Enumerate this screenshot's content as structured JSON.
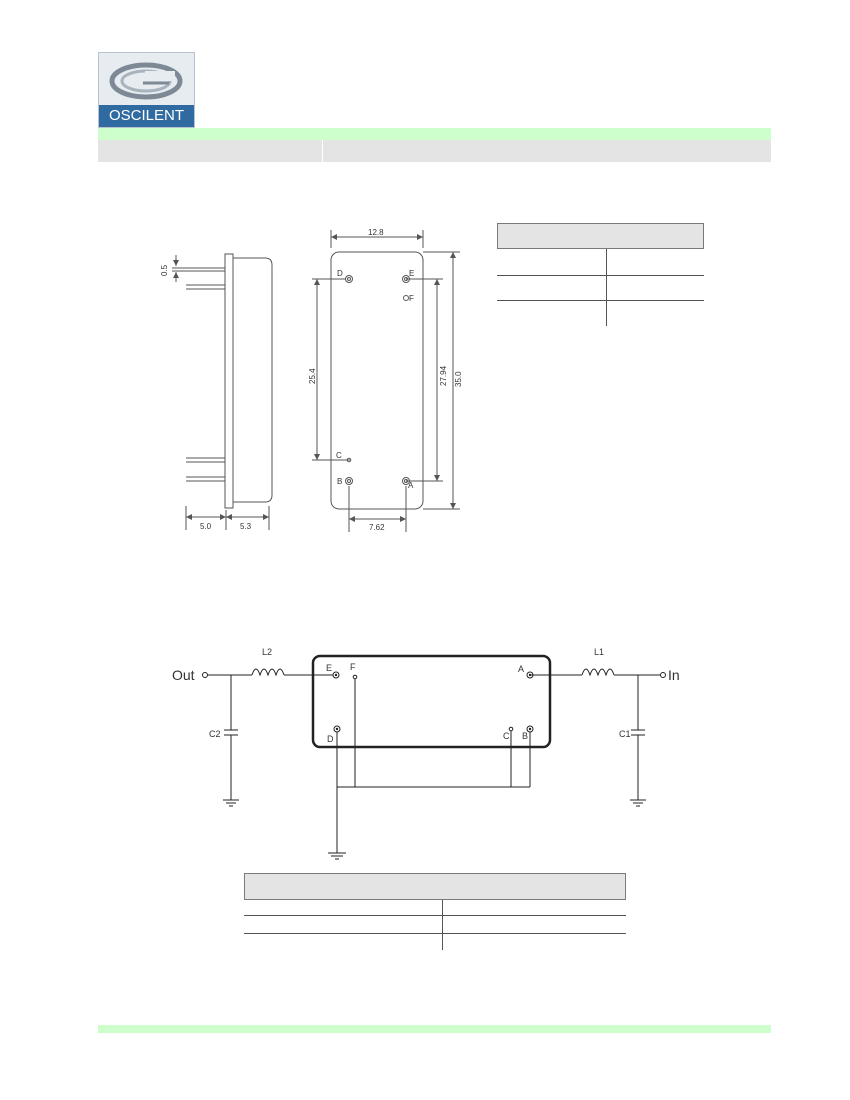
{
  "brand": {
    "name": "OSCILENT"
  },
  "mechanical": {
    "dims": {
      "pin_len": "0.5",
      "depth_a": "5.0",
      "depth_b": "5.3",
      "width": "12.8",
      "pin_span_vertical": "25.4",
      "pin_span_right": "27.94",
      "length": "35.0",
      "pin_span_bottom": "7.62"
    },
    "pins": {
      "a": "A",
      "b": "B",
      "c": "C",
      "d": "D",
      "e": "E",
      "f": "F"
    }
  },
  "schematic": {
    "out_label": "Out",
    "in_label": "In",
    "l1": "L1",
    "l2": "L2",
    "c1": "C1",
    "c2": "C2",
    "pins": {
      "a": "A",
      "b": "B",
      "c": "C",
      "d": "D",
      "e": "E",
      "f": "F"
    }
  },
  "colors": {
    "green_band": "#ccffcc",
    "gray_band": "#e4e4e4",
    "logo_blue": "#2f6aa0"
  }
}
